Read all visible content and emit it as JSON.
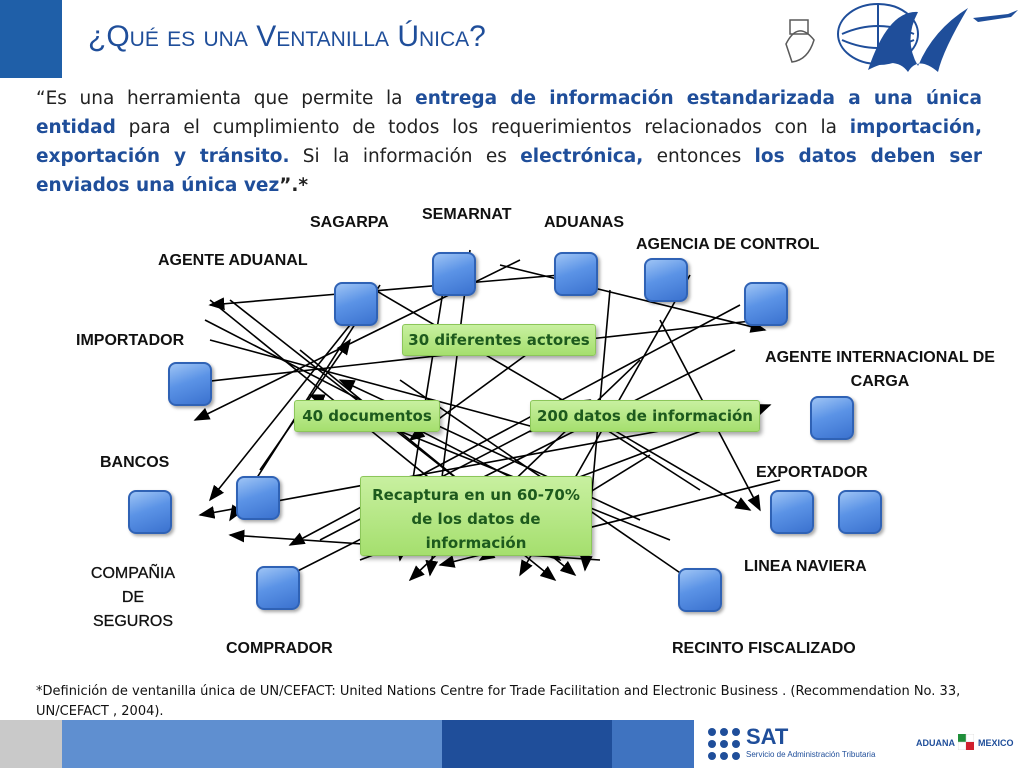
{
  "title": "¿Qué es una Ventanilla Única?",
  "quote": {
    "p1": "“Es una herramienta que permite la ",
    "b1": "entrega de información estandarizada a una única entidad",
    "p2": " para el cumplimiento de todos los requerimientos relacionados con la ",
    "b2": "importación, exportación y tránsito.",
    "p3": " Si la información es ",
    "b3": "electrónica,",
    "p4": " entonces ",
    "b4": "los datos deben ser enviados una única vez",
    "p5": "”.*"
  },
  "actors": {
    "sagarpa": "SAGARPA",
    "semarnat": "SEMARNAT",
    "aduanas": "ADUANAS",
    "agencia_control": "AGENCIA DE CONTROL",
    "agente_aduanal": "AGENTE ADUANAL",
    "importador": "IMPORTADOR",
    "agente_internacional": "AGENTE INTERNACIONAL DE CARGA",
    "bancos": "BANCOS",
    "exportador": "EXPORTADOR",
    "compania_seguros": "COMPAÑIA DE SEGUROS",
    "linea_naviera": "LINEA NAVIERA",
    "comprador": "COMPRADOR",
    "recinto_fiscalizado": "RECINTO FISCALIZADO"
  },
  "callouts": {
    "actores": "30 diferentes actores",
    "documentos": "40 documentos",
    "datos": "200 datos de información",
    "recaptura": "Recaptura en un 60-70% de los datos de información"
  },
  "footnote": "*Definición de ventanilla única de UN/CEFACT: United Nations Centre for Trade Facilitation and Electronic Business . (Recommendation No. 33, UN/CEFACT , 2004).",
  "branding": {
    "sat": "SAT",
    "sat_sub": "Servicio de Administración Tributaria",
    "aduana": "ADUANA",
    "mexico": "MEXICO"
  },
  "colors": {
    "title_blue": "#1f4e9a",
    "node_blue": "#5b93e6",
    "callout_green": "#a5df6e",
    "bar_blue": "#1f5fa8"
  }
}
